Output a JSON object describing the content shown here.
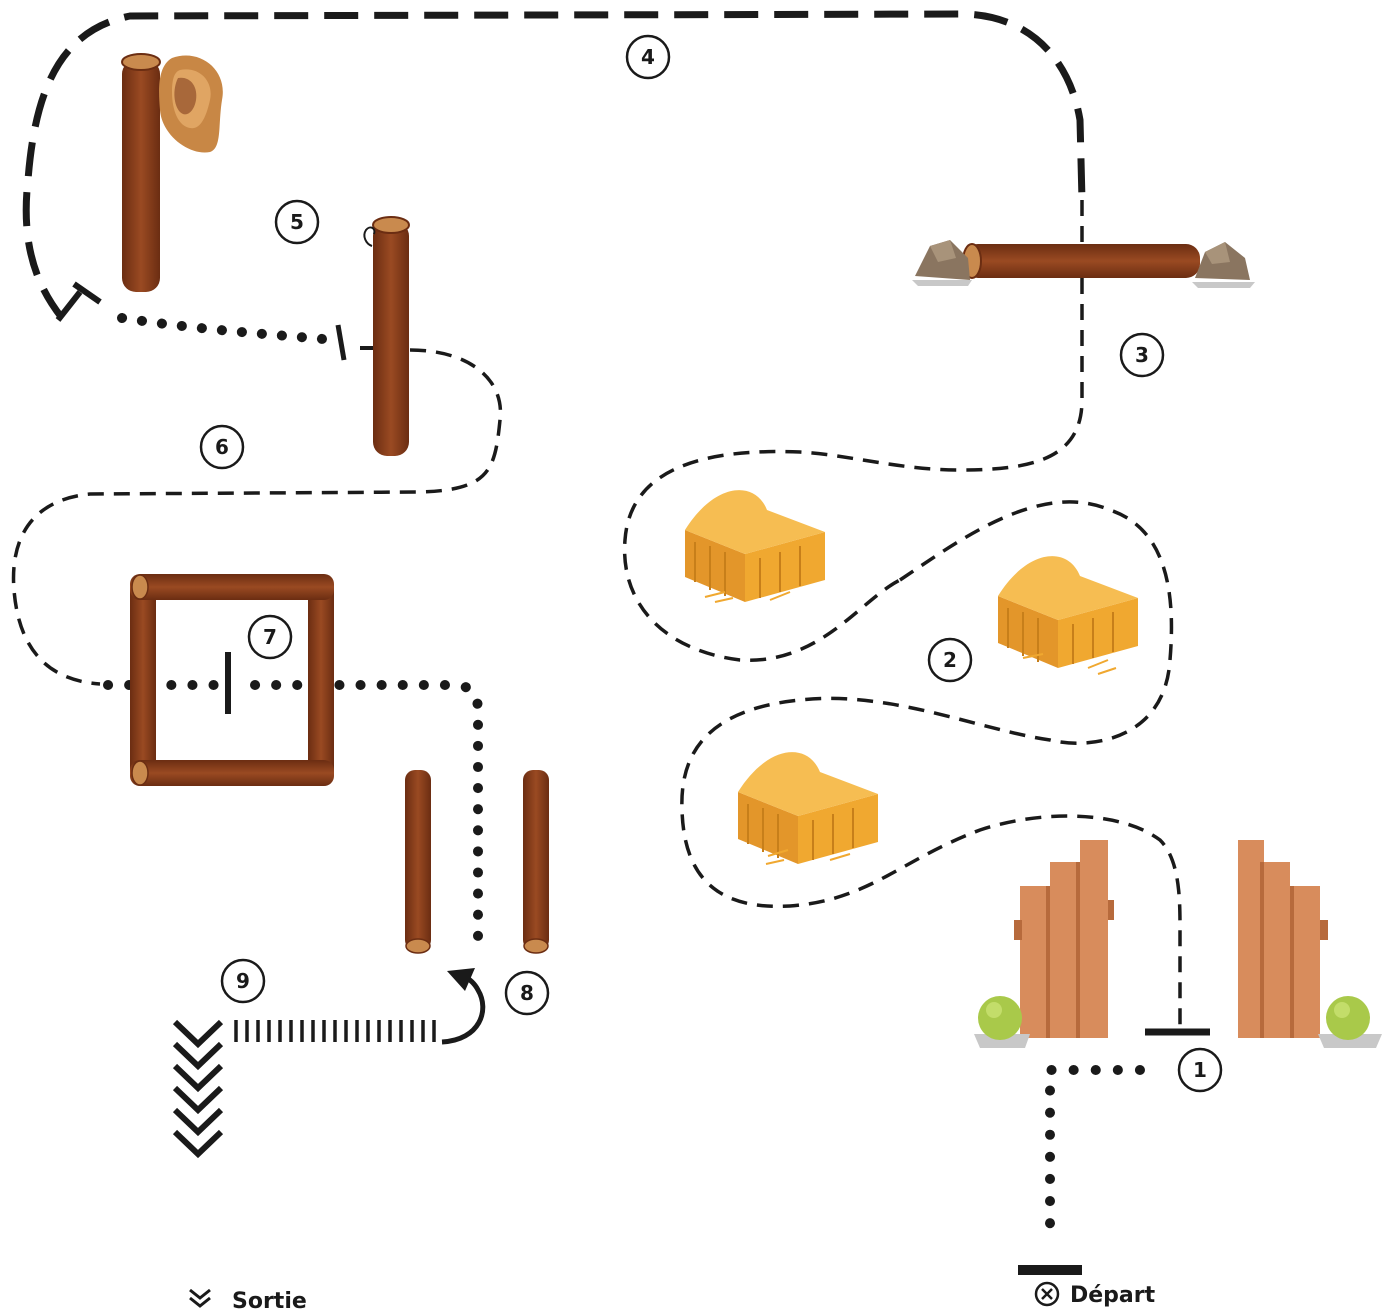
{
  "steps": [
    {
      "number": "1"
    },
    {
      "number": "2"
    },
    {
      "number": "3"
    },
    {
      "number": "4"
    },
    {
      "number": "5"
    },
    {
      "number": "6"
    },
    {
      "number": "7"
    },
    {
      "number": "8"
    },
    {
      "number": "9"
    }
  ],
  "legend": {
    "exit_label": "Sortie",
    "exit_icon": "double-chevron-down-icon",
    "start_label": "Départ",
    "start_icon": "circled-x-icon"
  },
  "colors": {
    "ink": "#1a1a1a",
    "log": "#8a3e1c",
    "log_dark": "#6b2d12",
    "log_end": "#c98a4e",
    "gate": "#d88c5c",
    "gate_dark": "#b76a3c",
    "hay": "#f0a830",
    "hay_dark": "#c77f1a",
    "rock": "#8a7560",
    "bush": "#a9c94a",
    "hat": "#c88745"
  }
}
